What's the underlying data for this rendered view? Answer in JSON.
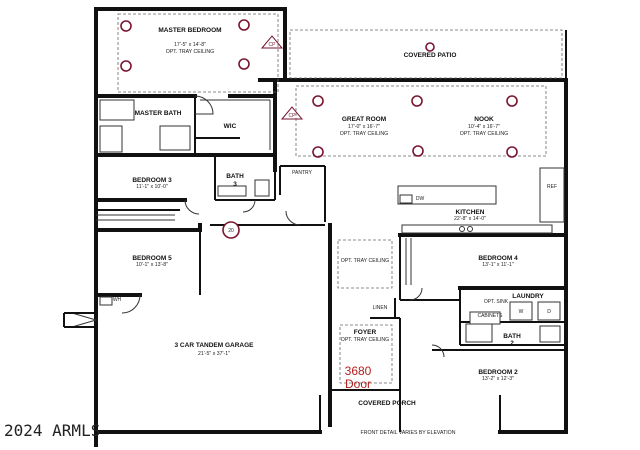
{
  "plan": {
    "rooms": {
      "master_bedroom": {
        "name": "MASTER BEDROOM",
        "dims": "17'-5\" x 14'-8\"",
        "note": "OPT. TRAY CEILING"
      },
      "covered_patio": {
        "name": "COVERED PATIO"
      },
      "master_bath": {
        "name": "MASTER BATH"
      },
      "wic": {
        "name": "WIC"
      },
      "great_room": {
        "name": "GREAT ROOM",
        "dims": "17'-0\" x 16'-7\"",
        "note": "OPT. TRAY CEILING"
      },
      "nook": {
        "name": "NOOK",
        "dims": "10'-4\" x 16'-7\"",
        "note": "OPT. TRAY CEILING"
      },
      "bedroom_3": {
        "name": "BEDROOM 3",
        "dims": "11'-1\" x 10'-0\""
      },
      "bath_3": {
        "name": "BATH",
        "number": "3"
      },
      "pantry": {
        "name": "PANTRY"
      },
      "kitchen": {
        "name": "KITCHEN",
        "dims": "22'-8\" x 14'-0\""
      },
      "bedroom_5": {
        "name": "BEDROOM 5",
        "dims": "10'-1\" x 13'-8\""
      },
      "flex_tray": {
        "note": "OPT. TRAY CEILING"
      },
      "bedroom_4": {
        "name": "BEDROOM 4",
        "dims": "13'-1\" x 11'-1\""
      },
      "laundry": {
        "name": "LAUNDRY"
      },
      "linen": {
        "name": "LINEN"
      },
      "bath_2": {
        "name": "BATH",
        "number": "2"
      },
      "garage": {
        "name": "3 CAR TANDEM GARAGE",
        "dims": "21'-5\" x 37'-1\""
      },
      "foyer": {
        "name": "FOYER",
        "note": "OPT. TRAY CEILING"
      },
      "bedroom_2": {
        "name": "BEDROOM 2",
        "dims": "13'-2\" x 12'-3\""
      },
      "covered_porch": {
        "name": "COVERED PORCH"
      }
    },
    "fixtures": {
      "dw": "DW",
      "ref": "REF",
      "wh": "WH",
      "opt_sink": "OPT. SINK",
      "cabinets": "CABINETS",
      "washer": "W",
      "dryer": "D",
      "cp": "CP",
      "door_circle": "20"
    },
    "annotation": {
      "line1": "3680",
      "line2": "Door"
    },
    "footer_note": "FRONT DETAIL VARIES BY ELEVATION",
    "copyright": "2024 ARMLS",
    "colors": {
      "walls": "#111111",
      "lights": "#7a1530",
      "annotation": "#b41e1e",
      "background": "#ffffff"
    }
  }
}
